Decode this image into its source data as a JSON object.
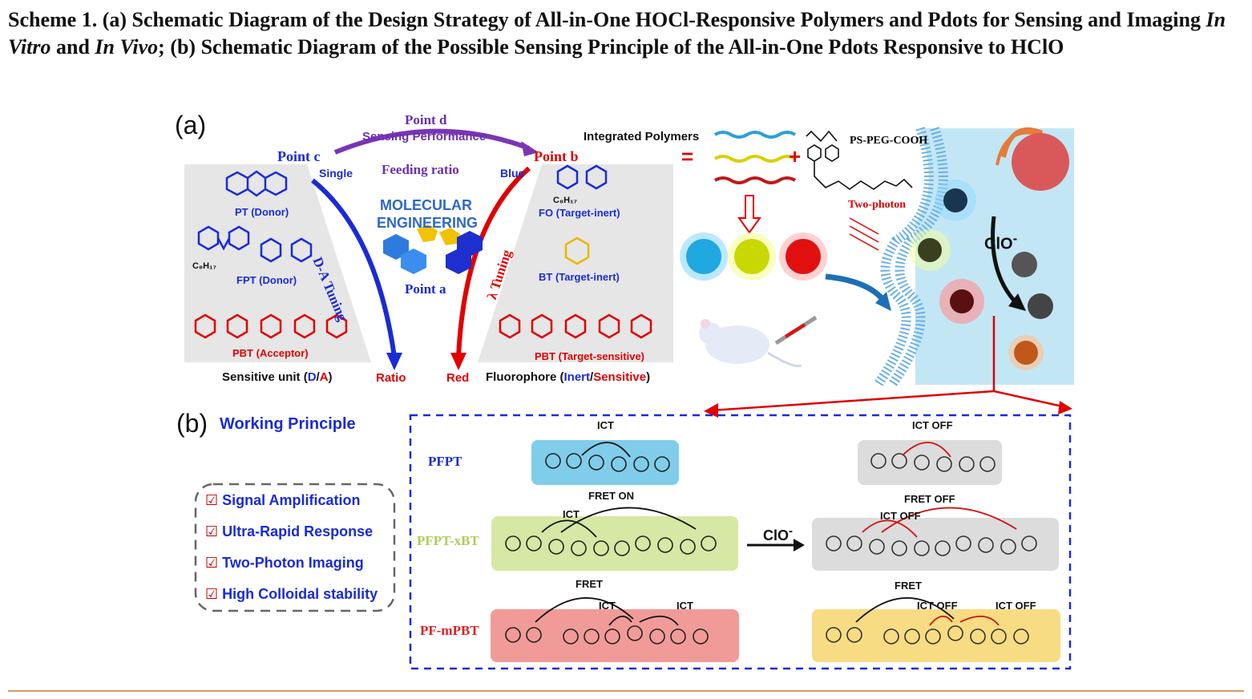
{
  "caption": {
    "part1": "Scheme 1. (a) Schematic Diagram of the Design Strategy of All-in-One HOCl-Responsive Polymers and Pdots for Sensing and Imaging ",
    "in_vitro": "In Vitro",
    "and": " and ",
    "in_vivo": "In Vivo",
    "part2": "; (b) Schematic Diagram of the Possible Sensing Principle of the All-in-One Pdots Responsive to HClO"
  },
  "panel_a": {
    "label": "(a)",
    "point_d": "Point d",
    "sensing_performance": "Sensing Performance",
    "point_c": "Point c",
    "single": "Single",
    "feeding_ratio": "Feeding ratio",
    "blue": "Blue",
    "point_b": "Point b",
    "molecular": "MOLECULAR",
    "engineering": "ENGINEERING",
    "point_a": "Point a",
    "da_tuning": "D-A Tuning",
    "lambda_tuning": "λ Tuning",
    "pt_donor": "PT (Donor)",
    "fpt_donor": "FPT (Donor)",
    "pbt_acceptor": "PBT (Acceptor)",
    "fo_target_inert": "FO (Target-inert)",
    "bt_target_inert": "BT (Target-inert)",
    "pbt_target_sensitive": "PBT (Target-sensitive)",
    "sensitive_unit_prefix": "Sensitive unit (",
    "sensitive_unit_d": "D",
    "sensitive_unit_slash": "/",
    "sensitive_unit_a": "A",
    "sensitive_unit_suffix": ")",
    "ratio": "Ratio",
    "red": "Red",
    "fluorophore_prefix": "Fluorophore (",
    "fluorophore_inert": "Inert",
    "fluorophore_slash": "/",
    "fluorophore_sensitive": "Sensitive",
    "fluorophore_suffix": ")",
    "integrated_polymers": "Integrated Polymers",
    "equals": "=",
    "plus": "+",
    "ps_peg_cooh": "PS-PEG-COOH",
    "two_photon": "Two-photon",
    "clo": "ClO",
    "clo_sup": "-",
    "c8h17": "C₈H₁₇"
  },
  "panel_b": {
    "label": "(b)",
    "title": "Working Principle",
    "features": [
      "Signal Amplification",
      "Ultra-Rapid Response",
      "Two-Photon Imaging",
      "High Colloidal stability"
    ],
    "check_glyph": "☑",
    "pfpt": "PFPT",
    "pfpt_xbt": "PFPT-xBT",
    "pf_mpbt": "PF-mPBT",
    "ict": "ICT",
    "ict_off": "ICT OFF",
    "fret_on": "FRET ON",
    "fret_off": "FRET OFF",
    "fret": "FRET",
    "clo": "ClO",
    "clo_sup": "-"
  },
  "colors": {
    "blue_text": "#1a2bd6",
    "red_text": "#e00000",
    "purple_arrow": "#7a35b5",
    "pfpt_box": "#7fcdea",
    "pfpt_xbt_box": "#d7e7a4",
    "pf_mpbt_box": "#f19b98",
    "after_gray_box": "#dcdcdc",
    "after_yellow_box": "#f7dc83",
    "pfpt_xbt_label": "#a9cf55",
    "pf_mpbt_label": "#e02020",
    "caption_rule": "#d39a6b"
  }
}
